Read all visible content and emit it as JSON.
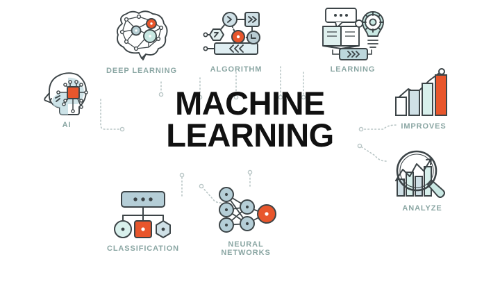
{
  "title": {
    "line1": "MACHINE",
    "line2": "LEARNING",
    "color": "#111111"
  },
  "palette": {
    "outline": "#3c4447",
    "orange": "#e8562c",
    "mint": "#c9e8e3",
    "pale_blue": "#cfe0e6",
    "light_fill": "#eef5f6",
    "label": "#8aa6a3",
    "connector": "#b9c6c6",
    "background": "#ffffff"
  },
  "nodes": [
    {
      "id": "ai",
      "label": "AI",
      "icon": "head-circuit-icon",
      "position": "left"
    },
    {
      "id": "deep_learning",
      "label": "DEEP LEARNING",
      "icon": "brain-network-icon",
      "position": "top-left"
    },
    {
      "id": "algorithm",
      "label": "ALGORITHM",
      "icon": "flowchart-icon",
      "position": "top-center"
    },
    {
      "id": "learning",
      "label": "LEARNING",
      "icon": "book-lightbulb-icon",
      "position": "top-right"
    },
    {
      "id": "improves",
      "label": "IMPROVES",
      "icon": "growth-bar-chart-icon",
      "position": "right"
    },
    {
      "id": "analyze",
      "label": "ANALYZE",
      "icon": "magnifier-chart-icon",
      "position": "bottom-right"
    },
    {
      "id": "classification",
      "label": "CLASSIFICATION",
      "icon": "hierarchy-tree-icon",
      "position": "bottom-left"
    },
    {
      "id": "neural_networks",
      "label": "NEURAL\nNETWORKS",
      "icon": "neural-network-icon",
      "position": "bottom-center"
    }
  ]
}
